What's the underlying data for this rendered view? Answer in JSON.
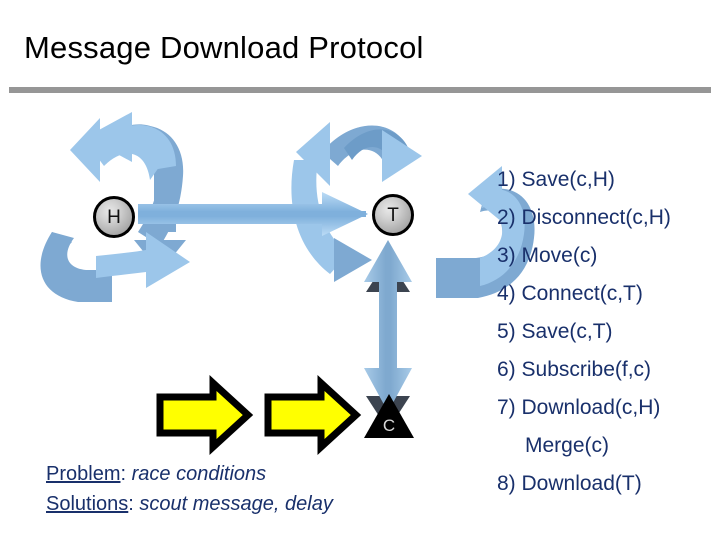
{
  "slide": {
    "title": "Message Download Protocol",
    "rule_color": "#969696",
    "background": "#ffffff"
  },
  "diagram": {
    "nodes": [
      {
        "id": "home",
        "label": "H",
        "shape": "circle-gray-gradient"
      },
      {
        "id": "target",
        "label": "T",
        "shape": "circle-gray-gradient"
      },
      {
        "id": "client",
        "label": "C",
        "shape": "black-triangle-marker"
      }
    ],
    "edges": [
      {
        "from": "H",
        "to": "T",
        "style": "block-arrow-right",
        "color": "#a8cdee"
      },
      {
        "from": "T",
        "to": "C",
        "style": "double-headed-vertical-arrow",
        "color": "#8fb4d6"
      }
    ],
    "swirls": [
      {
        "name": "swirl-upper-left",
        "color": "#7ea9d2"
      },
      {
        "name": "swirl-lower-left",
        "color": "#7ea9d2"
      },
      {
        "name": "swirl-upper-right",
        "color": "#7ea9d2"
      },
      {
        "name": "swirl-far-right",
        "color": "#7ea9d2"
      }
    ],
    "yellow_arrows": [
      {
        "name": "yellow-arrow-1",
        "fill": "#ffff00",
        "stroke": "#000000"
      },
      {
        "name": "yellow-arrow-2",
        "fill": "#ffff00",
        "stroke": "#000000"
      }
    ]
  },
  "steps": {
    "text_color": "#19306b",
    "items": [
      {
        "text": "1) Save(c,H)",
        "indent": false
      },
      {
        "text": "2) Disconnect(c,H)",
        "indent": false
      },
      {
        "text": "3) Move(c)",
        "indent": false
      },
      {
        "text": "4) Connect(c,T)",
        "indent": false
      },
      {
        "text": "5) Save(c,T)",
        "indent": false
      },
      {
        "text": "6) Subscribe(f,c)",
        "indent": false
      },
      {
        "text": "7) Download(c,H)",
        "indent": false
      },
      {
        "text": "Merge(c)",
        "indent": true
      },
      {
        "text": "8) Download(T)",
        "indent": false
      }
    ]
  },
  "notes": {
    "text_color": "#19306b",
    "lines": [
      {
        "label": "Problem",
        "colon": ": ",
        "body": "race conditions"
      },
      {
        "label": "Solutions",
        "colon": ": ",
        "body": "scout message, delay"
      }
    ]
  }
}
